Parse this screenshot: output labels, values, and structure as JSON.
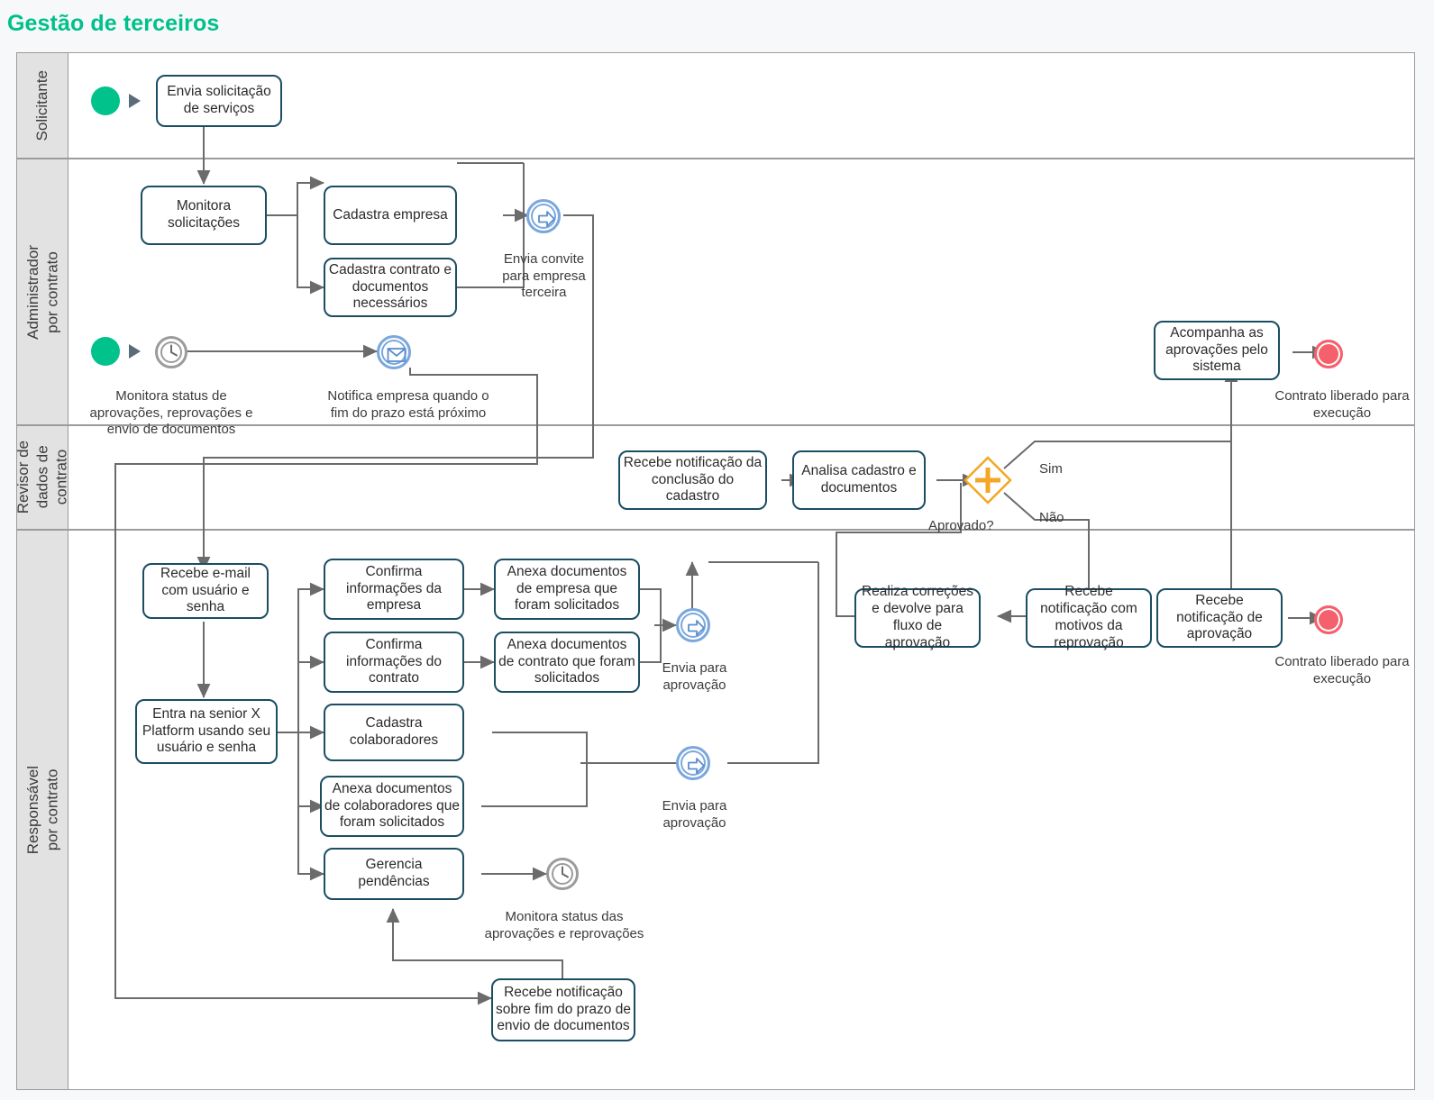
{
  "diagram": {
    "title": "Gestão de terceiros",
    "type": "bpmn-pool",
    "accent_color": "#00c08b",
    "task_border_color": "#1b4d63",
    "start_event_color": "#00c28a",
    "end_event_color": "#f4606c",
    "gateway_color": "#f5a623",
    "message_event_color": "#7ba7dd",
    "timer_event_color": "#9b9b9b",
    "connector_color": "#6b6b6b"
  },
  "lanes": [
    {
      "id": "solicitante",
      "label": "Solicitante"
    },
    {
      "id": "administrador",
      "label": "Administrador\npor contrato"
    },
    {
      "id": "revisor",
      "label": "Revisor de\ndados de\ncontrato"
    },
    {
      "id": "responsavel",
      "label": "Responsável\npor contrato"
    }
  ],
  "nodes": {
    "t_envia_solicitacao": "Envia solicitação de serviços",
    "t_monitora_solicitacoes": "Monitora solicitações",
    "t_cadastra_empresa": "Cadastra empresa",
    "t_cadastra_contrato": "Cadastra contrato e documentos necessários",
    "t_acompanha_aprovacoes": "Acompanha as aprovações pelo sistema",
    "t_recebe_notif_conclusao": "Recebe notificação da conclusão do cadastro",
    "t_analisa_cadastro": "Analisa cadastro e documentos",
    "t_recebe_email": "Recebe e-mail com usuário e senha",
    "t_entra_senior": "Entra na senior X Platform usando seu usuário e senha",
    "t_confirma_empresa": "Confirma informações da empresa",
    "t_confirma_contrato": "Confirma informações do contrato",
    "t_anexa_empresa": "Anexa documentos de empresa que foram solicitados",
    "t_anexa_contrato": "Anexa documentos de contrato que foram solicitados",
    "t_cadastra_colaboradores": "Cadastra colaboradores",
    "t_anexa_colaboradores": "Anexa documentos de colaboradores que foram solicitados",
    "t_gerencia_pendencias": "Gerencia pendências",
    "t_recebe_notif_prazo": "Recebe notificação sobre fim do prazo de envio de documentos",
    "t_realiza_correcoes": "Realiza correções e devolve para fluxo de aprovação",
    "t_recebe_notif_reprovacao": "Recebe notificação com motivos da reprovação",
    "t_recebe_notif_aprovacao": "Recebe notificação de aprovação"
  },
  "event_labels": {
    "e_envia_convite": "Envia convite para empresa terceira",
    "e_monitora_status_adm": "Monitora status de aprovações, reprovações e envio de documentos",
    "e_notifica_empresa": "Notifica empresa quando o fim do prazo está próximo",
    "e_end_adm": "Contrato liberado para execução",
    "e_envia_aprovacao_1": "Envia para aprovação",
    "e_envia_aprovacao_2": "Envia para aprovação",
    "e_monitora_status_resp": "Monitora status das aprovações e reprovações",
    "e_end_resp": "Contrato liberado para execução"
  },
  "gateway": {
    "label": "Aprovado?",
    "symbol": "+",
    "branches": [
      {
        "label": "Sim"
      },
      {
        "label": "Não"
      }
    ]
  },
  "icons": {
    "start": "start-event-circle",
    "end": "end-event-circle",
    "timer": "timer-clock-icon",
    "message": "message-envelope-icon",
    "send": "send-message-arrow-icon",
    "gateway": "inclusive-gateway-plus-icon",
    "play": "play-triangle-icon"
  }
}
